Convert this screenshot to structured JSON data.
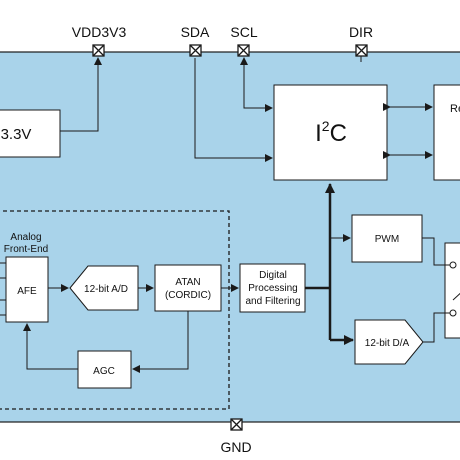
{
  "pins": {
    "vdd": "VDD3V3",
    "sda": "SDA",
    "scl": "SCL",
    "dir": "DIR",
    "gnd": "GND"
  },
  "blocks": {
    "ldo": "3.3V",
    "i2c_main": "I",
    "i2c_sup": "2",
    "i2c_tail": "C",
    "registers": "Re",
    "afe_group_line1": "Analog",
    "afe_group_line2": "Front-End",
    "afe": "AFE",
    "adc": "12-bit A/D",
    "atan_line1": "ATAN",
    "atan_line2": "(CORDIC)",
    "dsp_line1": "Digital",
    "dsp_line2": "Processing",
    "dsp_line3": "and Filtering",
    "agc": "AGC",
    "pwm": "PWM",
    "dac": "12-bit D/A"
  },
  "colors": {
    "chip_fill": "#a9d3ea",
    "block_fill": "#ffffff",
    "stroke": "#1a1a1a"
  }
}
